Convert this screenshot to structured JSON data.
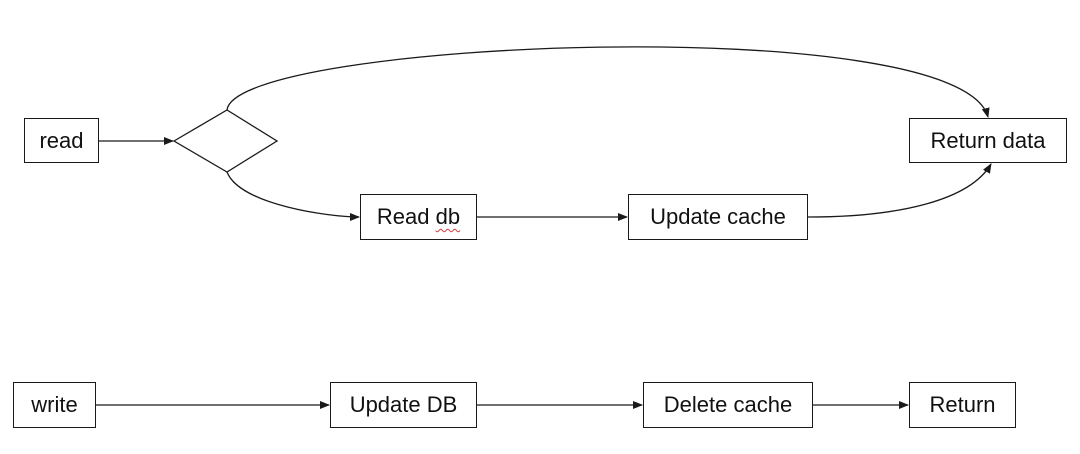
{
  "diagram": {
    "read_flow": {
      "start": "read",
      "decision": "",
      "miss_step_1_word": "Read",
      "miss_step_1_suffix": "db",
      "miss_step_2": "Update cache",
      "end": "Return data"
    },
    "write_flow": {
      "start": "write",
      "step_1": "Update DB",
      "step_2": "Delete cache",
      "end": "Return"
    },
    "edges": [
      {
        "from": "read",
        "to": "decision"
      },
      {
        "from": "decision",
        "to": "Return data"
      },
      {
        "from": "decision",
        "to": "Read db"
      },
      {
        "from": "Read db",
        "to": "Update cache"
      },
      {
        "from": "Update cache",
        "to": "Return data"
      },
      {
        "from": "write",
        "to": "Update DB"
      },
      {
        "from": "Update DB",
        "to": "Delete cache"
      },
      {
        "from": "Delete cache",
        "to": "Return"
      }
    ],
    "colors": {
      "stroke": "#1a1a1a",
      "spellcheck_underline": "#d23a3a"
    }
  }
}
